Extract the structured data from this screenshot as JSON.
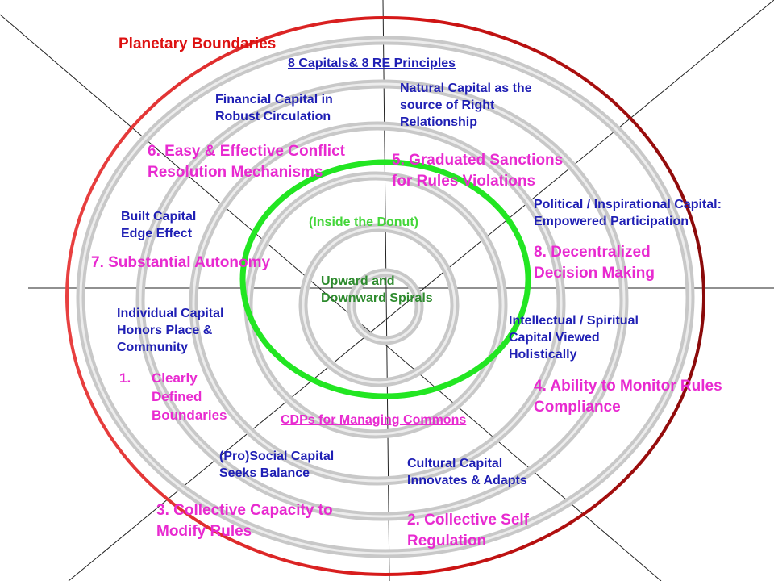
{
  "title": "Planetary Boundaries",
  "subtitle": "8 Capitals& 8 RE Principles",
  "center_title": "Upward and\nDownward Spirals",
  "inner_label": "(Inside the Donut)",
  "bottom_heading": "CDPs for Managing Commons",
  "capitals": {
    "natural": "Natural Capital as the\nsource of Right\nRelationship",
    "financial": "Financial Capital in\nRobust Circulation",
    "political": "Political / Inspirational Capital:\nEmpowered Participation",
    "built": "Built Capital\nEdge Effect",
    "intellectual": "Intellectual / Spiritual\nCapital Viewed\nHolistically",
    "individual": "Individual Capital\nHonors Place &\nCommunity",
    "cultural": "Cultural Capital\nInnovates & Adapts",
    "social": "(Pro)Social Capital\nSeeks Balance"
  },
  "principles": {
    "p1_num": "1.",
    "p1_text": "Clearly\nDefined\nBoundaries",
    "p2": "2. Collective Self\nRegulation",
    "p3": "3. Collective Capacity to\nModify Rules",
    "p4": "4. Ability to Monitor Rules\nCompliance",
    "p5": "5. Graduated Sanctions\nfor Rules Violations",
    "p6": "6. Easy & Effective Conflict\nResolution Mechanisms",
    "p7": "7. Substantial Autonomy",
    "p8": "8. Decentralized\nDecision Making"
  },
  "colors": {
    "outer_ring": "#d41515",
    "donut_ring": "#22e622",
    "spiral": "#c8c8c8",
    "capital_text": "#1f1fb4",
    "principle_text": "#e82ad0",
    "title_text": "#dd1111",
    "center_text": "#2e8b2e"
  }
}
